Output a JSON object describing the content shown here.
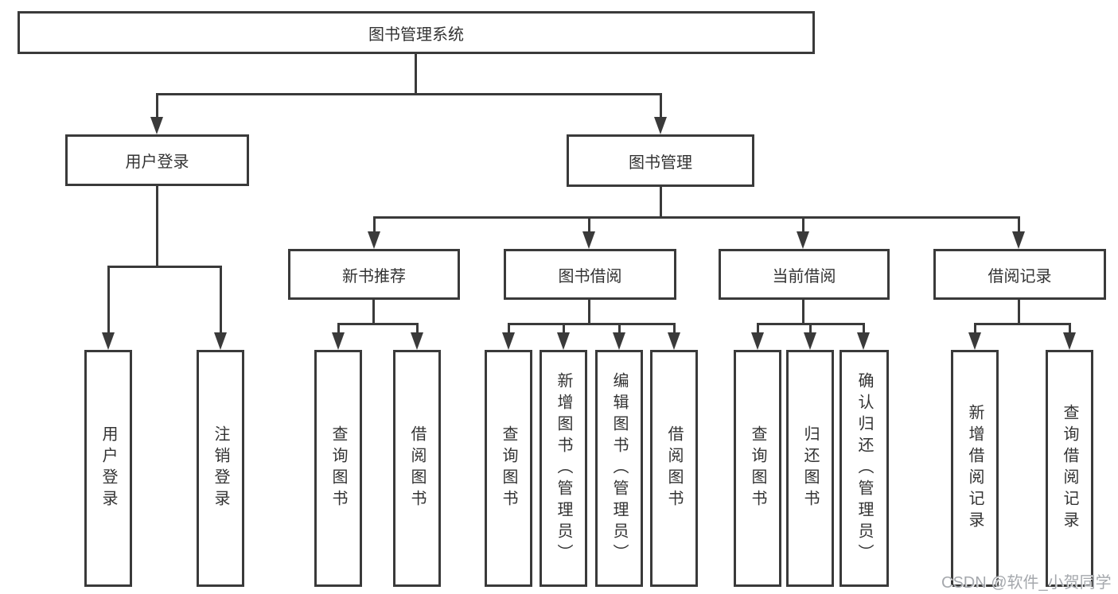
{
  "diagram": {
    "title": "图书管理系统",
    "level2": {
      "user_login": "用户登录",
      "book_management": "图书管理"
    },
    "level3": {
      "new_books": "新书推荐",
      "book_borrow": "图书借阅",
      "current_borrow": "当前借阅",
      "borrow_records": "借阅记录"
    },
    "leaves": {
      "user_login": [
        "用户登录",
        "注销登录"
      ],
      "new_books": [
        "查询图书",
        "借阅图书"
      ],
      "book_borrow": [
        "查询图书",
        "新增图书（管理员）",
        "编辑图书（管理员）",
        "借阅图书"
      ],
      "current_borrow": [
        "查询图书",
        "归还图书",
        "确认归还（管理员）"
      ],
      "borrow_records": [
        "新增借阅记录",
        "查询借阅记录"
      ]
    },
    "colors": {
      "line": "#3a3a3a",
      "text": "#333333",
      "background": "#ffffff",
      "watermark": "#a5a8ad"
    }
  },
  "watermark": {
    "text": "CSDN @软件_小贺同学"
  }
}
